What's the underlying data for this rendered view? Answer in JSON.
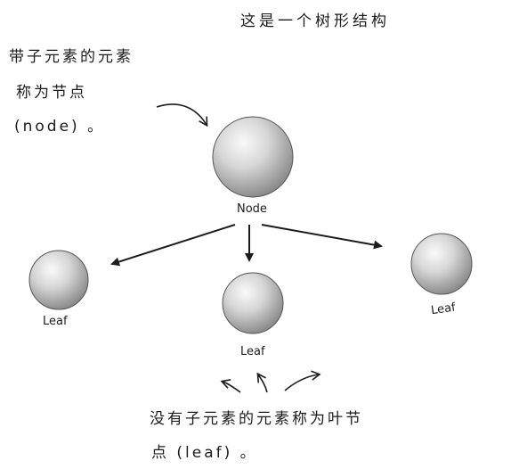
{
  "title": "这是一个树形结构",
  "node_note": {
    "line1": "带子元素的元素",
    "line2": "称为节点",
    "line3": "(node) 。"
  },
  "leaf_note": {
    "line1": "没有子元素的元素称为叶节",
    "line2": "点 (leaf) 。"
  },
  "nodes": {
    "root_label": "Node",
    "leaf_left_label": "Leaf",
    "leaf_middle_label": "Leaf",
    "leaf_right_label": "Leaf"
  },
  "colors": {
    "ink": "#1c1c1c",
    "sphere_light": "#f7f7f7",
    "sphere_dark": "#8a8a8a"
  }
}
